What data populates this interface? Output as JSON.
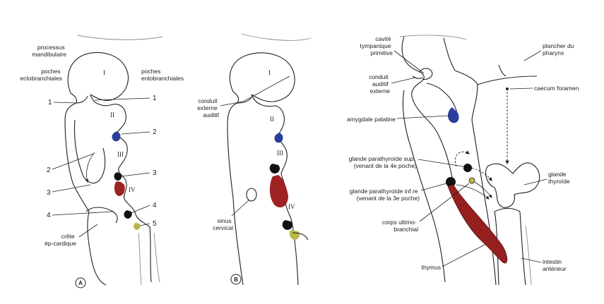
{
  "panels": [
    {
      "id": "A",
      "marker": "A",
      "labels": {
        "processus_mandibulaire": [
          "processus",
          "mandibulaire"
        ],
        "poches_ectobranchiales": [
          "poches",
          "ectobranchiales"
        ],
        "poches_entobranchiales": [
          "poches",
          "entobranchiales"
        ],
        "crete_epicardique": [
          "crête",
          "ép-cardique"
        ]
      },
      "arch_numerals": [
        "I",
        "II",
        "III",
        "IV"
      ],
      "pouch_numbers_left": [
        "1",
        "2",
        "3",
        "4"
      ],
      "pouch_numbers_right": [
        "1",
        "2",
        "3",
        "4",
        "5"
      ]
    },
    {
      "id": "B",
      "marker": "B",
      "labels": {
        "conduit_externe_auditif": [
          "conduit",
          "externe",
          "auditif"
        ],
        "sinus_cervical": [
          "sinus",
          "cervical"
        ]
      },
      "arch_numerals": [
        "I",
        "II",
        "III",
        "IV"
      ]
    },
    {
      "id": "C",
      "labels": {
        "cavite_tympanique": [
          "cavité",
          "tympanique",
          "primitive"
        ],
        "conduit_auditif_externe": [
          "conduit",
          "auditif",
          "externe"
        ],
        "amygdale_palatine": [
          "amygdale palatine"
        ],
        "glande_parathyroide_sup": [
          "glande parathyroïde sup.",
          "(venant de la 4e poche)"
        ],
        "glande_parathyroide_inf": [
          "glande parathyroïde inf re",
          "(venant de la 3e poche)"
        ],
        "corps_ultimobranchial": [
          "corps ultimo-",
          "branchial"
        ],
        "thymus": [
          "thymus"
        ],
        "plancher_pharynx": [
          "plancher du",
          "pharynx"
        ],
        "caecum_foramen": [
          "caecum foramen"
        ],
        "glande_thyroide": [
          "glande",
          "thyroïde"
        ],
        "intestin_anterieur": [
          "intestin",
          "antérieur"
        ]
      }
    }
  ],
  "colors": {
    "palatine_tonsil_blue": "#2a3f9c",
    "thymus_red": "#9e2222",
    "parathyroid_black": "#111111",
    "ultimobranchial_olive": "#b9b64a",
    "outline": "#1f1f1f"
  }
}
